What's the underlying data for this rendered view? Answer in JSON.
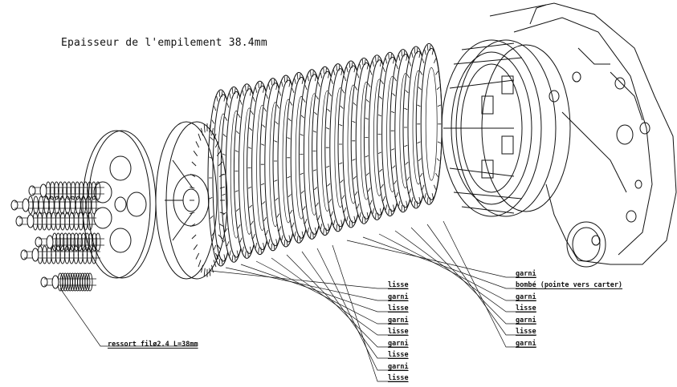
{
  "title": "Epaisseur de l'empilement 38.4mm",
  "labels": {
    "spring": "ressort filø2.4 L=38mm",
    "left_stack": [
      "lisse",
      "garni",
      "lisse",
      "garni",
      "lisse",
      "garni",
      "lisse",
      "garni",
      "lisse"
    ],
    "right_stack": [
      "garni",
      "bombé (pointe vers carter)",
      "garni",
      "lisse",
      "garni",
      "lisse",
      "garni"
    ]
  },
  "colors": {
    "ink": "#111111",
    "background": "#ffffff"
  }
}
